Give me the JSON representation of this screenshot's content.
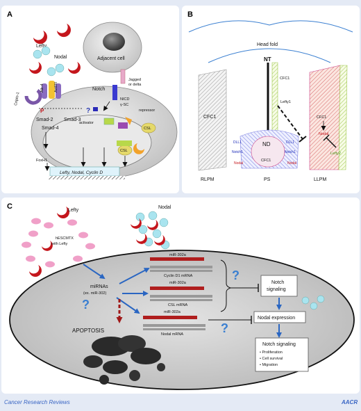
{
  "panel_a": {
    "letter": "A",
    "lefty": "Lefty",
    "nodal": "Nodal",
    "adjacent_cell": "Adjacent cell",
    "jagged_line1": "Jagged",
    "jagged_line2": "or delta",
    "notch": "Notch",
    "nicd": "NICD",
    "gsc": "γ-SC",
    "cripto": "Cripto-1",
    "alk4": "Alk-4",
    "actrii": "ActRII",
    "activator": "activator",
    "repressor": "repressor",
    "smad2": "Smad-2",
    "smad3": "Smad-3",
    "smad4": "Smad-4",
    "p": "P",
    "q": "?",
    "csl": "CSL",
    "foxh1": "FoxH1",
    "targets": "Lefty, Nodal, Cyclin D"
  },
  "panel_b": {
    "letter": "B",
    "head_fold": "Head fold",
    "nt": "NT",
    "cfc1_top": "CFC1",
    "cfc1_left": "CFC1",
    "cfc1_right": "CFC1",
    "cfc1_center": "CFC1",
    "lefty1": "Lefty1",
    "lefty2": "Lefty2",
    "nd": "ND",
    "dll1_left": "DLL1",
    "dll1_right": "DLL1",
    "notch1_left": "Notch1",
    "notch1_right": "Notch1",
    "nodal_left": "Nodal",
    "nodal_right": "Nodal",
    "nodal_llpm": "Nodal",
    "rlpm": "RLPM",
    "ps": "PS",
    "llpm": "LLPM"
  },
  "panel_c": {
    "letter": "C",
    "lefty": "Lefty",
    "nodal": "Nodal",
    "hescmtx_line1": "hESCMTX",
    "hescmtx_line2": "with Lefty",
    "mirnas_line1": "miRNAs",
    "mirnas_line2": "(ex. miR-302)",
    "mir1": "miR-302a",
    "mrna1": "Cyclin D1 mRNA",
    "mir2": "miR-302a",
    "mrna2": "CSL mRNA",
    "mir3": "miR-302a",
    "mrna3": "Nodal mRNA",
    "notch_signaling_line1": "Notch",
    "notch_signaling_line2": "signaling",
    "nodal_expression": "Nodal expression",
    "apoptosis": "APOPTOSIS",
    "q": "?",
    "box_title": "Notch signaling",
    "bullets": [
      "Proliferation",
      "Cell survival",
      "Migration"
    ]
  },
  "footer": {
    "journal": "Cancer Research Reviews",
    "logo": "AACR"
  },
  "colors": {
    "background": "#e4eaf5",
    "lefty_red": "#c4161c",
    "nodal_cyan": "#a9e4ef",
    "mirna_red": "#b01e1e",
    "arrow_blue": "#2a66c2",
    "question_blue": "#3a7fd1",
    "apoptosis_arrow": "#a01818",
    "cell_fill": "#cfcfcf"
  }
}
